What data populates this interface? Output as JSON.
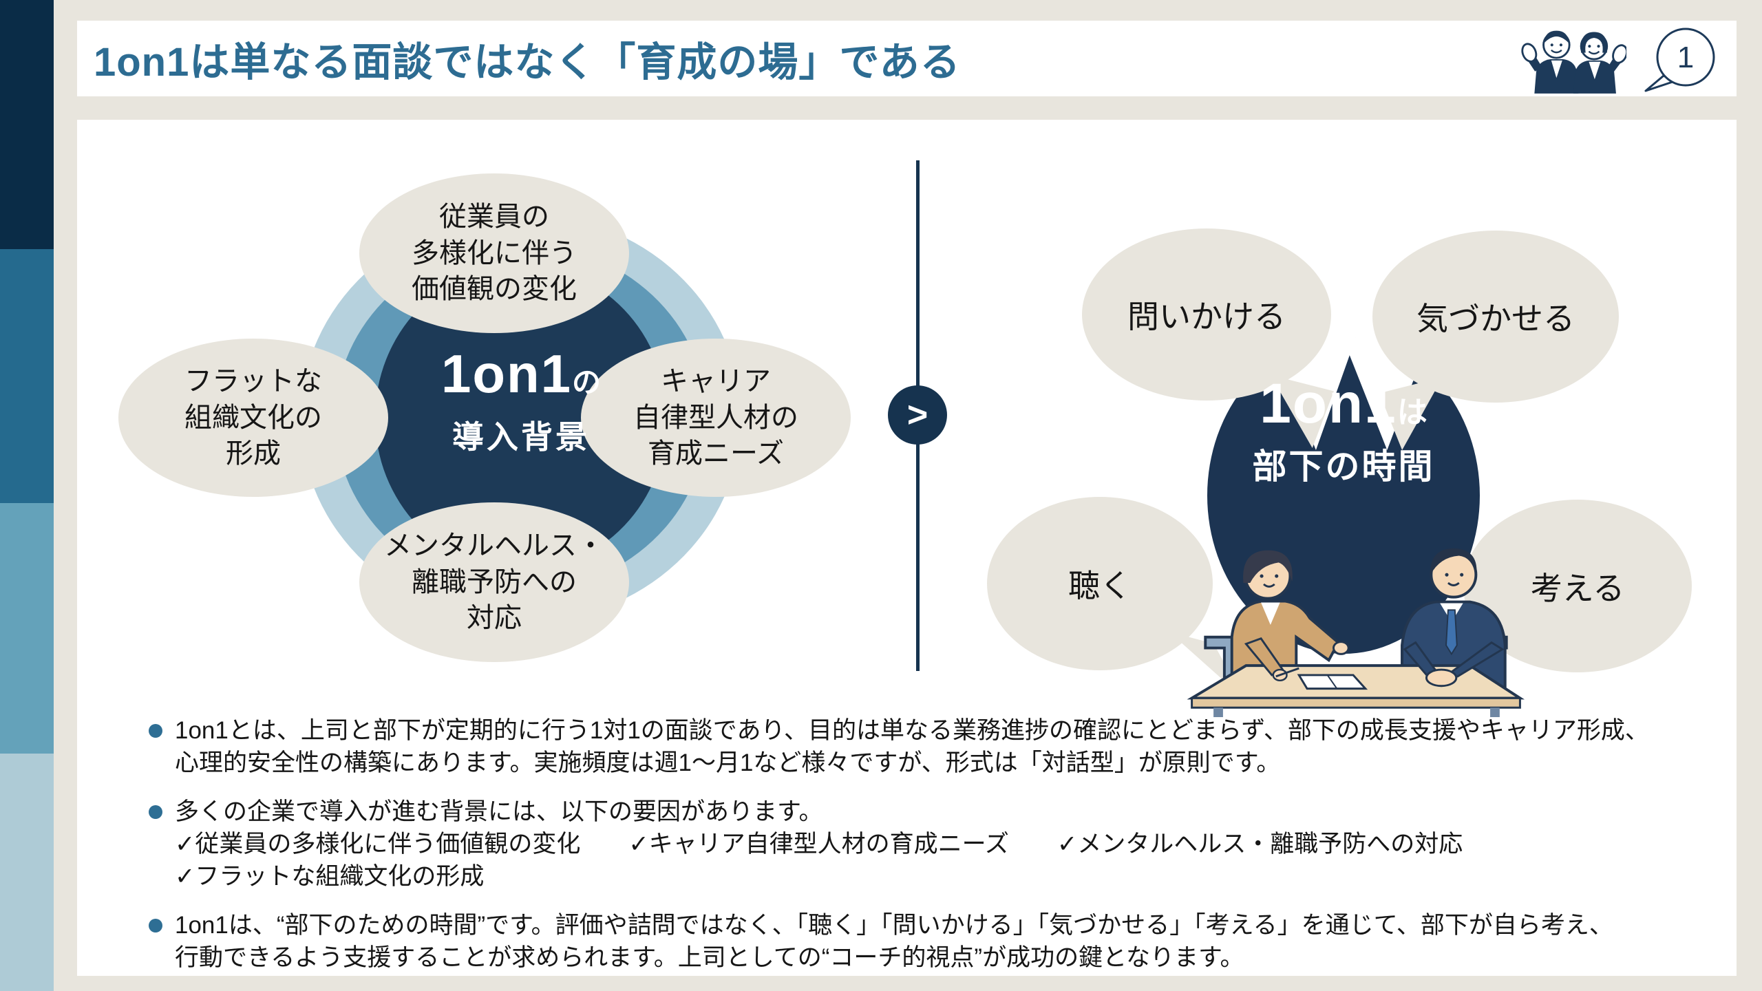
{
  "header": {
    "title": "1on1は単なる面談ではなく「育成の場」である",
    "page_number": "1"
  },
  "colors": {
    "accent_title": "#2d6c92",
    "navy_dark": "#16334f",
    "navy_center": "#1d3a57",
    "ring_mid": "#6099b7",
    "ring_outer": "#b6d1dd",
    "bubble_beige": "#e8e5dd",
    "bullet_marker": "#2e6e94",
    "sidebar_blocks": [
      "#0a2c47",
      "#256a8e",
      "#64a2ba",
      "#aecbd6"
    ]
  },
  "left_diagram": {
    "center": {
      "main": "1on1",
      "particle": "の",
      "sub": "導入背景"
    },
    "bubbles": {
      "top": {
        "lines": [
          "従業員の",
          "多様化に伴う",
          "価値観の変化"
        ]
      },
      "left": {
        "lines": [
          "フラットな",
          "組織文化の",
          "形成"
        ]
      },
      "right": {
        "lines": [
          "キャリア",
          "自律型人材の",
          "育成ニーズ"
        ]
      },
      "bottom": {
        "lines": [
          "メンタルヘルス・",
          "離職予防への",
          "対応"
        ]
      }
    }
  },
  "connector": {
    "symbol": ">"
  },
  "right_diagram": {
    "center": {
      "main": "1on1",
      "particle": "は",
      "sub": "部下の時間"
    },
    "bubbles": {
      "top_left": "問いかける",
      "top_right": "気づかせる",
      "bottom_left": "聴く",
      "bottom_right": "考える"
    }
  },
  "bullets": [
    {
      "lines": [
        "1on1とは、上司と部下が定期的に行う1対1の面談であり、目的は単なる業務進捗の確認にとどまらず、部下の成長支援やキャリア形成、",
        "心理的安全性の構築にあります。実施頻度は週1～月1など様々ですが、形式は「対話型」が原則です。"
      ]
    },
    {
      "lines": [
        "多くの企業で導入が進む背景には、以下の要因があります。",
        "✓従業員の多様化に伴う価値観の変化　　✓キャリア自律型人材の育成ニーズ　　✓メンタルヘルス・離職予防への対応",
        "✓フラットな組織文化の形成"
      ]
    },
    {
      "lines": [
        "1on1は、“部下のための時間”です。評価や詰問ではなく、「聴く」「問いかける」「気づかせる」「考える」を通じて、部下が自ら考え、",
        "行動できるよう支援することが求められます。上司としての“コーチ的視点”が成功の鍵となります。"
      ]
    }
  ]
}
